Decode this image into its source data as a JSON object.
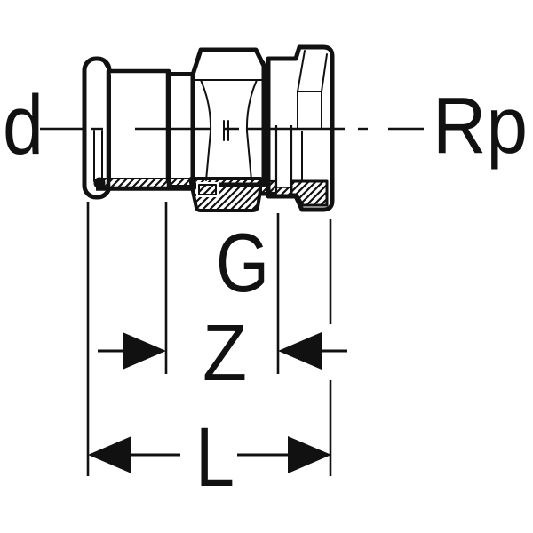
{
  "diagram": {
    "kind": "technical-drawing-press-fitting-union-adapter-sectioned",
    "labels": {
      "d": "d",
      "rp": "Rp",
      "g": "G",
      "z": "Z",
      "l": "L"
    },
    "colors": {
      "ink": "#111111",
      "background": "#ffffff"
    }
  }
}
